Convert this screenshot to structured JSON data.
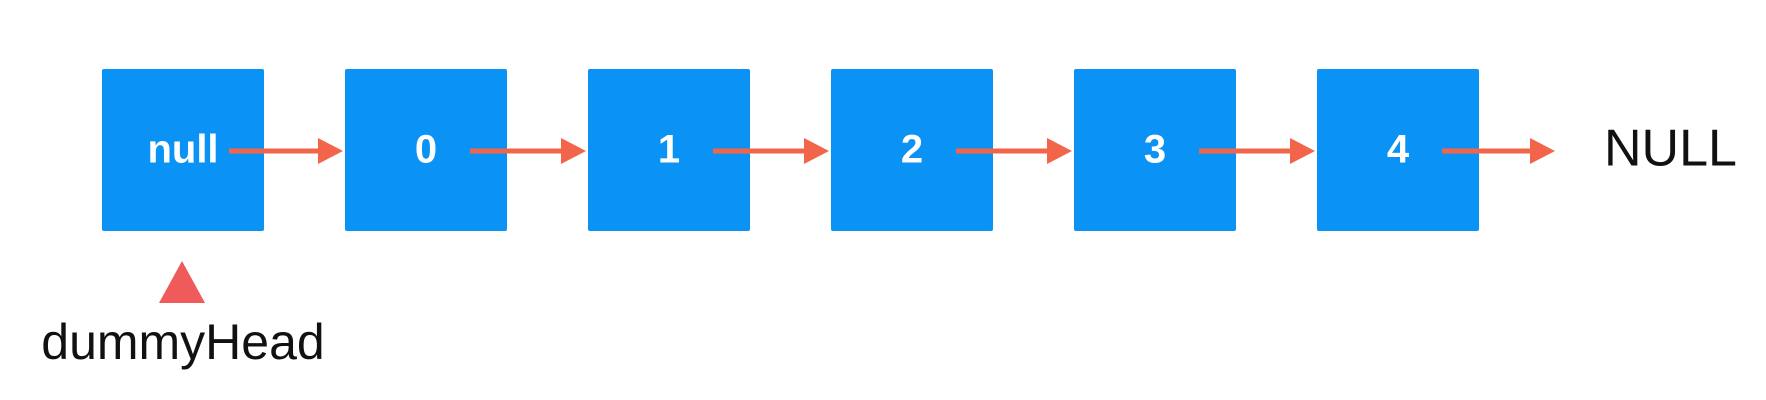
{
  "linked_list": {
    "nodes": [
      {
        "label": "null"
      },
      {
        "label": "0"
      },
      {
        "label": "1"
      },
      {
        "label": "2"
      },
      {
        "label": "3"
      },
      {
        "label": "4"
      }
    ],
    "terminal_label": "NULL",
    "pointer_label": "dummyHead"
  },
  "colors": {
    "node_fill": "#0A93F5",
    "node_text": "#ffffff",
    "arrow": "#F2654A",
    "pointer_marker": "#EF5A5A",
    "text": "#111111"
  }
}
